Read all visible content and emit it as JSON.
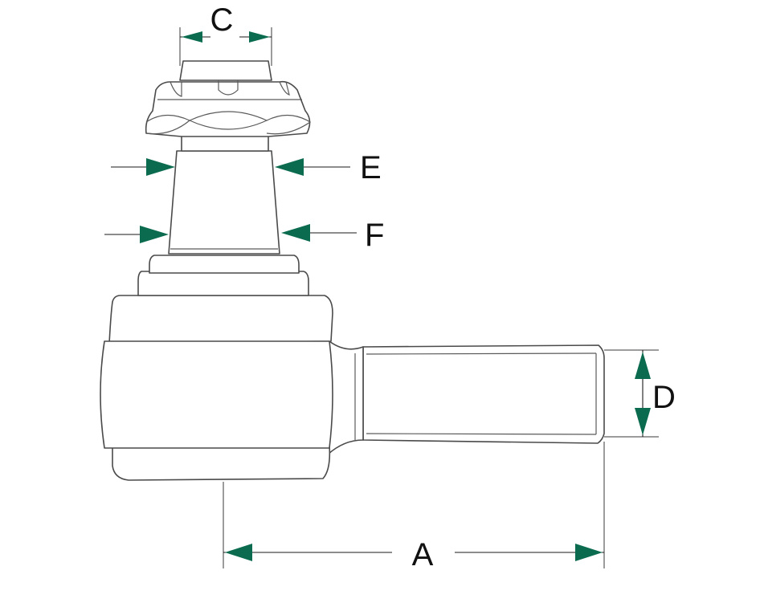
{
  "diagram": {
    "labels": {
      "A": "A",
      "C": "C",
      "D": "D",
      "E": "E",
      "F": "F"
    },
    "colors": {
      "arrow": "#0b6b4f",
      "outline": "#4a4a4a",
      "dimension_line": "#1a1a1a",
      "background": "#ffffff"
    }
  }
}
